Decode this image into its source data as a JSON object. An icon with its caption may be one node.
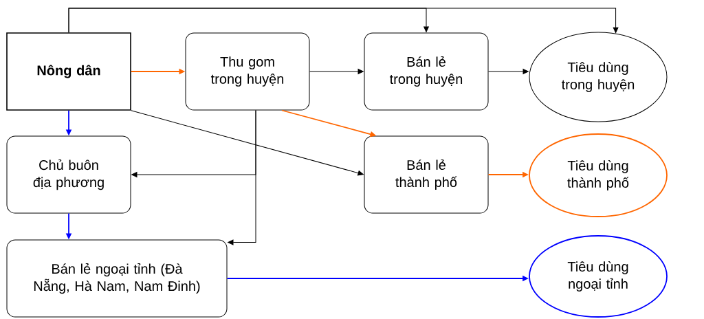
{
  "diagram": {
    "nodes": [
      {
        "text": [
          "Nông dân"
        ]
      },
      {
        "text": [
          "Thu gom trong huyện"
        ]
      },
      {
        "text": [
          "Bán lẻ trong huyện"
        ]
      },
      {
        "text": [
          "Tiêu dùng trong huyện"
        ]
      },
      {
        "text": [
          "Chủ buôn địa phương"
        ]
      },
      {
        "text": [
          "Bán lẻ thành phố"
        ]
      },
      {
        "text": [
          "Tiêu dùng thành phố"
        ]
      },
      {
        "text": [
          "Bán lẻ ngoại tỉnh (Đà Nẵng, Hà Nam, Nam Đinh)"
        ]
      },
      {
        "text": [
          "Tiêu dùng ngoại tỉnh"
        ]
      }
    ],
    "edges": [
      {
        "from": 0,
        "to": 1,
        "arrow": "to",
        "color": "#ff6600"
      },
      {
        "from": 1,
        "to": 2,
        "arrow": "to"
      },
      {
        "from": 2,
        "to": 3,
        "arrow": "to"
      },
      {
        "from": 0,
        "to": 2,
        "arrow": "to"
      },
      {
        "from": 0,
        "to": 3,
        "arrow": "to"
      },
      {
        "from": 0,
        "to": 4,
        "arrow": "to",
        "color": "#0000ff"
      },
      {
        "from": 0,
        "to": 5,
        "arrow": "to"
      },
      {
        "from": 1,
        "to": 5,
        "arrow": "to",
        "color": "#ff6600"
      },
      {
        "from": 1,
        "to": 4,
        "arrow": "to"
      },
      {
        "from": 1,
        "to": 7,
        "arrow": "to"
      },
      {
        "from": 5,
        "to": 6,
        "arrow": "to",
        "color": "#ff6600"
      },
      {
        "from": 4,
        "to": 7,
        "arrow": "to",
        "color": "#0000ff"
      },
      {
        "from": 7,
        "to": 8,
        "arrow": "to",
        "color": "#0000ff"
      }
    ]
  }
}
